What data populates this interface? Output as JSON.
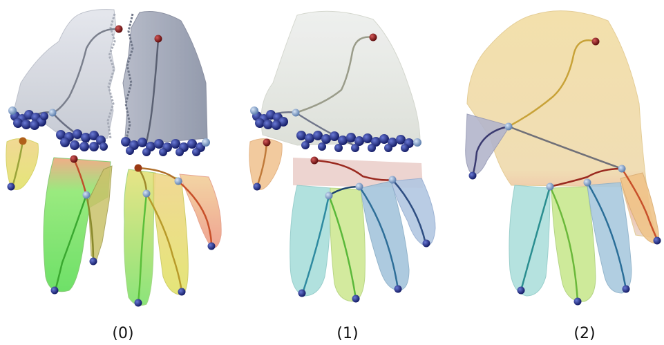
{
  "panels": [
    {
      "label": "(0)"
    },
    {
      "label": "(1)"
    },
    {
      "label": "(2)"
    }
  ],
  "colors": {
    "mesh_gray": "#c9ccd4",
    "mesh_gray_dark": "#8d93a6",
    "mesh_yellow": "#e9e56a",
    "mesh_orange": "#f0a57a",
    "mesh_green": "#6ee86a",
    "mesh_cyan": "#a9dcdc",
    "mesh_blue": "#9ab4d6",
    "mesh_lime": "#c7e88a",
    "mesh_beige": "#f2d9a6",
    "mesh_peach": "#f3c08e",
    "mesh_red": "#e79a86",
    "node_dark_blue": "#1f2a7a",
    "node_light_blue": "#8fb0d8",
    "node_red": "#8a1414"
  }
}
